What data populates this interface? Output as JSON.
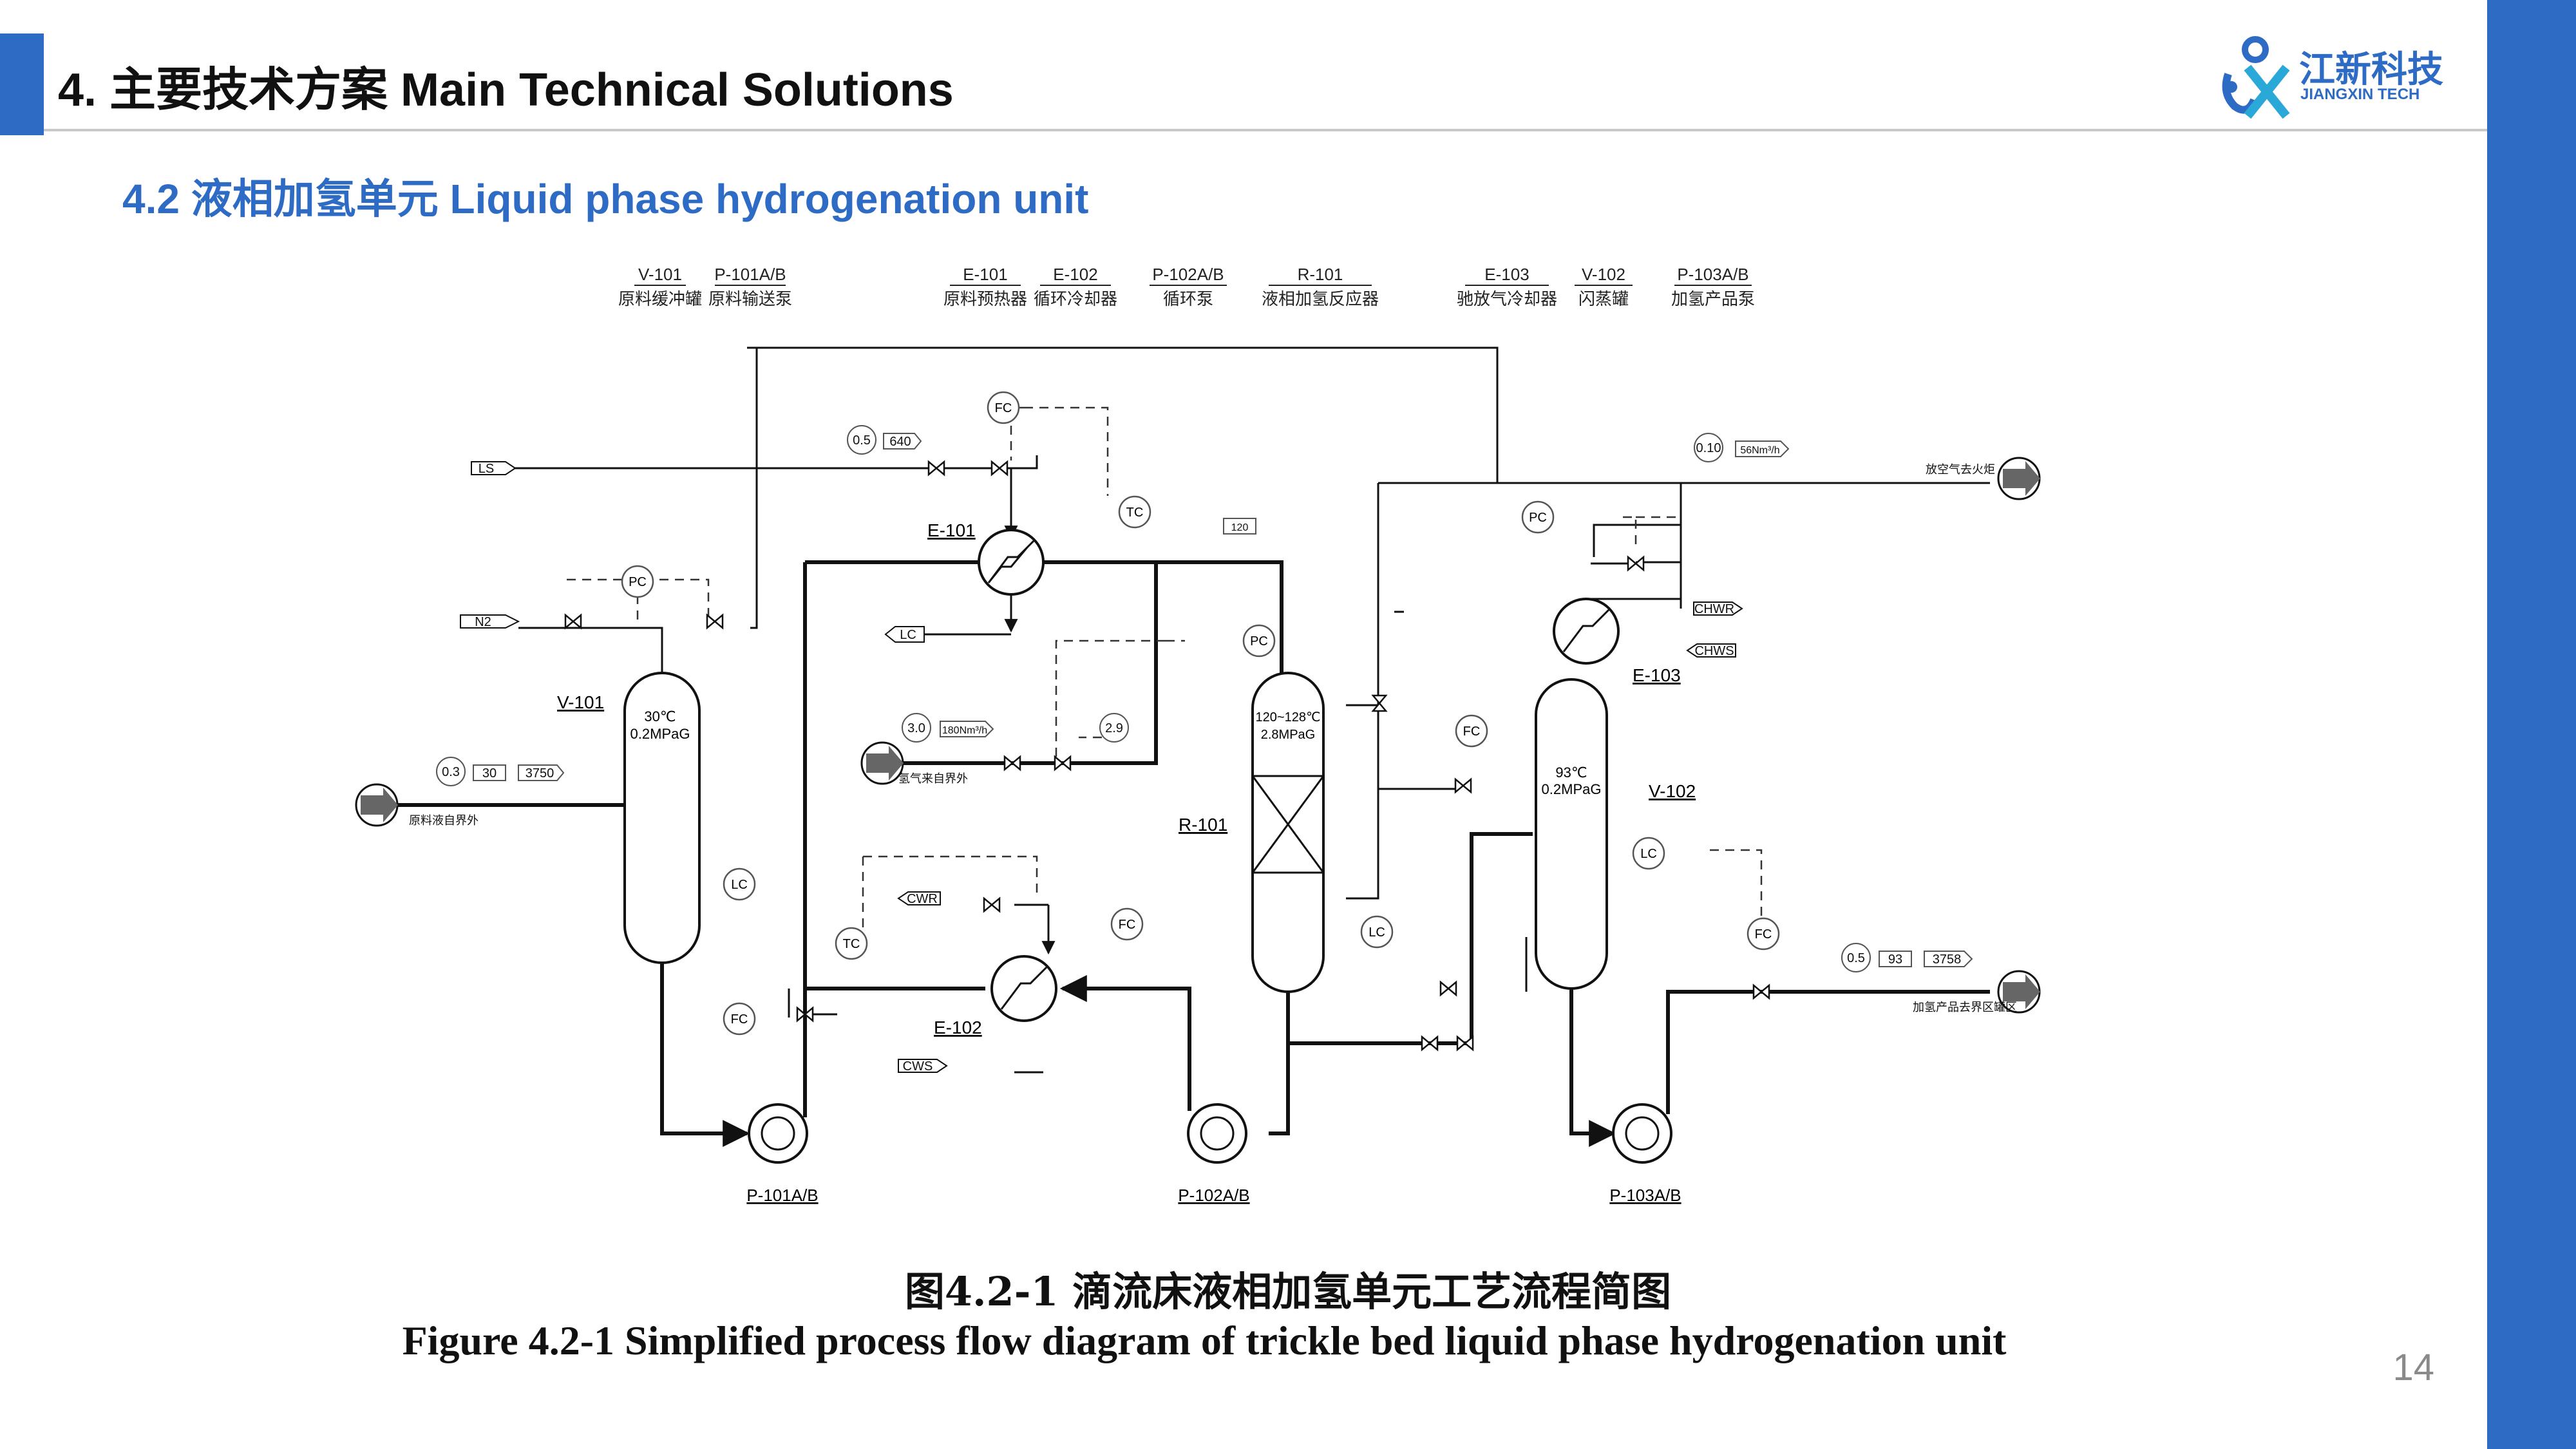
{
  "header": {
    "title": "4. 主要技术方案 Main Technical Solutions",
    "brand_color": "#2e6bc4"
  },
  "logo": {
    "name": "江新科技",
    "sub": "JIANGXIN TECH",
    "icon": "jiangxin-logo-icon"
  },
  "subtitle": "4.2 液相加氢单元 Liquid phase hydrogenation unit",
  "diagram": {
    "legend": [
      {
        "tag": "V-101",
        "desc": "原料缓冲罐"
      },
      {
        "tag": "P-101A/B",
        "desc": "原料输送泵"
      },
      {
        "tag": "E-101",
        "desc": "原料预热器"
      },
      {
        "tag": "E-102",
        "desc": "循环冷却器"
      },
      {
        "tag": "P-102A/B",
        "desc": "循环泵"
      },
      {
        "tag": "R-101",
        "desc": "液相加氢反应器"
      },
      {
        "tag": "E-103",
        "desc": "驰放气冷却器"
      },
      {
        "tag": "V-102",
        "desc": "闪蒸罐"
      },
      {
        "tag": "P-103A/B",
        "desc": "加氢产品泵"
      }
    ],
    "equipment": {
      "v101": "V-101",
      "v101_temp": "30℃",
      "v101_press": "0.2MPaG",
      "e101": "E-101",
      "e102": "E-102",
      "e103": "E-103",
      "r101": "R-101",
      "r101_temp": "120~128℃",
      "r101_press": "2.8MPaG",
      "v102": "V-102",
      "v102_temp": "93℃",
      "v102_press": "0.2MPaG",
      "p101": "P-101A/B",
      "p102": "P-102A/B",
      "p103": "P-103A/B"
    },
    "instruments": {
      "fc": "FC",
      "pc": "PC",
      "tc": "TC",
      "lc": "LC"
    },
    "utilities": {
      "ls": "LS",
      "n2": "N2",
      "lc_out": "LC",
      "cwr": "CWR",
      "cws": "CWS",
      "chwr": "CHWR",
      "chws": "CHWS"
    },
    "streams": {
      "feed_in": "原料液自界外",
      "hydrogen_in": "氢气来自界外",
      "vent_out": "放空气去火炬",
      "product_out": "加氢产品去界区罐区"
    },
    "values": {
      "feed_p": "0.3",
      "feed_t": "30",
      "feed_f": "3750",
      "ls_p": "0.5",
      "ls_f": "640",
      "h2_p": "3.0",
      "h2_f": "180Nm³/h",
      "h2_p2": "2.9",
      "temp_120": "120",
      "vent_p": "0.10",
      "vent_f": "56Nm³/h",
      "prod_p": "0.5",
      "prod_t": "93",
      "prod_f": "3758"
    }
  },
  "caption": {
    "cn": "图4.2-1 滴流床液相加氢单元工艺流程简图",
    "en": "Figure 4.2-1 Simplified process flow diagram of trickle bed liquid phase hydrogenation unit"
  },
  "page_number": "14"
}
